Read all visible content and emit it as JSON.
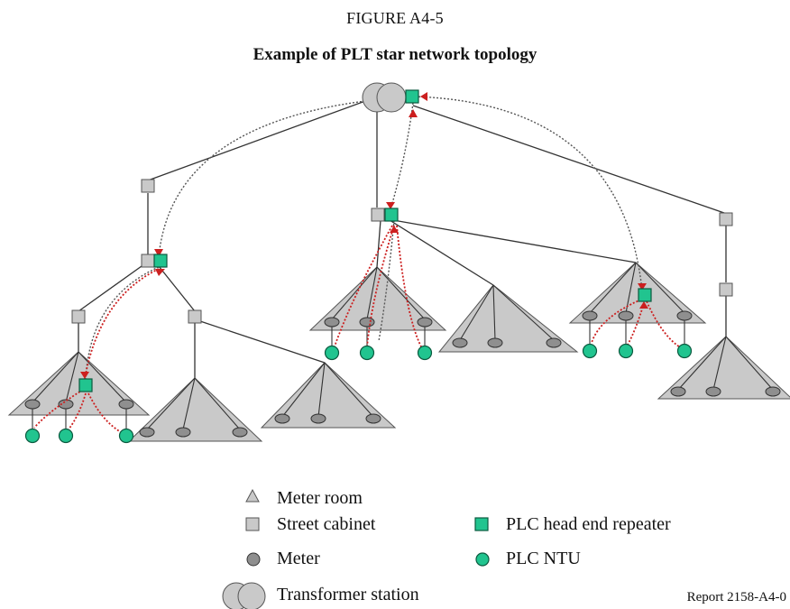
{
  "figure": {
    "number": "FIGURE A4-5",
    "title": "Example of PLT star network topology"
  },
  "legend": {
    "meter_room": "Meter room",
    "street_cabinet": "Street cabinet",
    "meter": "Meter",
    "transformer_station": "Transformer station",
    "plc_head_end_repeater": "PLC head end repeater",
    "plc_ntu": "PLC NTU"
  },
  "report_id": "Report 2158-A4-0",
  "colors": {
    "gray_fill": "#c9c9c9",
    "gray_stroke": "#555555",
    "teal": "#21c48f",
    "teal_stroke": "#0b5a3f",
    "red_dots": "#cc1f1f",
    "meter_fill": "#8f8f8f"
  }
}
